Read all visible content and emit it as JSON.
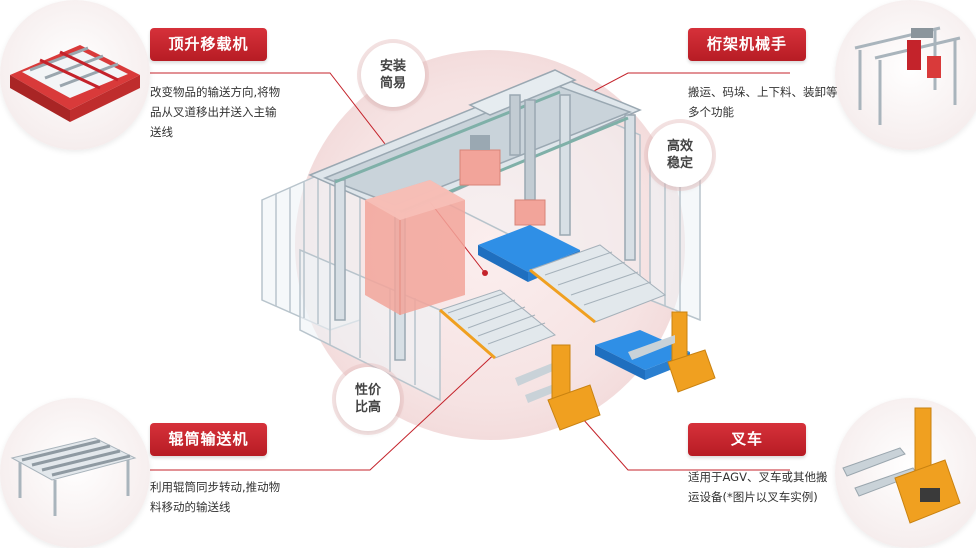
{
  "labels": {
    "jacking_transfer": "顶升移载机",
    "gantry_manipulator": "桁架机械手",
    "roller_conveyor": "辊筒输送机",
    "forklift": "叉车"
  },
  "descriptions": {
    "jacking_transfer": [
      "改变物品的输送方向,将物",
      "品从叉道移出并送入主输",
      "送线"
    ],
    "gantry_manipulator": [
      "搬运、码垛、上下料、装卸等",
      "多个功能"
    ],
    "roller_conveyor": [
      "利用辊筒同步转动,推动物",
      "料移动的输送线"
    ],
    "forklift": [
      "适用于AGV、叉车或其他搬",
      "运设备(*图片以叉车实例)"
    ]
  },
  "bubbles": {
    "easy_install": [
      "安装",
      "简易"
    ],
    "efficient": [
      "高效",
      "稳定"
    ],
    "cost_effective": [
      "性价",
      "比高"
    ]
  },
  "colors": {
    "accent_red": "#c4232b",
    "pallet_blue": "#2f8fe6",
    "forklift_orange": "#f0a020",
    "carton_pink": "#f2a49a"
  },
  "icons": {
    "jacking_transfer": "jacking-transfer-machine-icon",
    "gantry_manipulator": "gantry-robot-icon",
    "roller_conveyor": "roller-conveyor-icon",
    "forklift": "forklift-icon"
  }
}
